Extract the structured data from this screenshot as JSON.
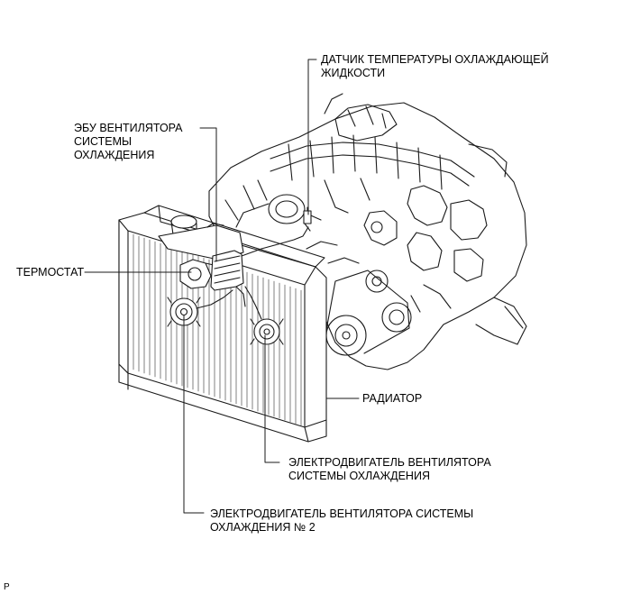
{
  "diagram": {
    "labels": {
      "temp_sensor": [
        "ДАТЧИК ТЕМПЕРАТУРЫ ОХЛАЖДАЮЩЕЙ",
        "ЖИДКОСТИ"
      ],
      "fan_ecu": [
        "ЭБУ ВЕНТИЛЯТОРА",
        "СИСТЕМЫ",
        "ОХЛАЖДЕНИЯ"
      ],
      "thermostat": [
        "ТЕРМОСТАТ"
      ],
      "radiator": [
        "РАДИАТОР"
      ],
      "fan_motor": [
        "ЭЛЕКТРОДВИГАТЕЛЬ ВЕНТИЛЯТОРА",
        "СИСТЕМЫ ОХЛАЖДЕНИЯ"
      ],
      "fan_motor_2": [
        "ЭЛЕКТРОДВИГАТЕЛЬ ВЕНТИЛЯТОРА СИСТЕМЫ",
        "ОХЛАЖДЕНИЯ № 2"
      ]
    },
    "corner_mark": "P"
  },
  "colors": {
    "line": "#1a1a1a",
    "background": "#ffffff"
  }
}
